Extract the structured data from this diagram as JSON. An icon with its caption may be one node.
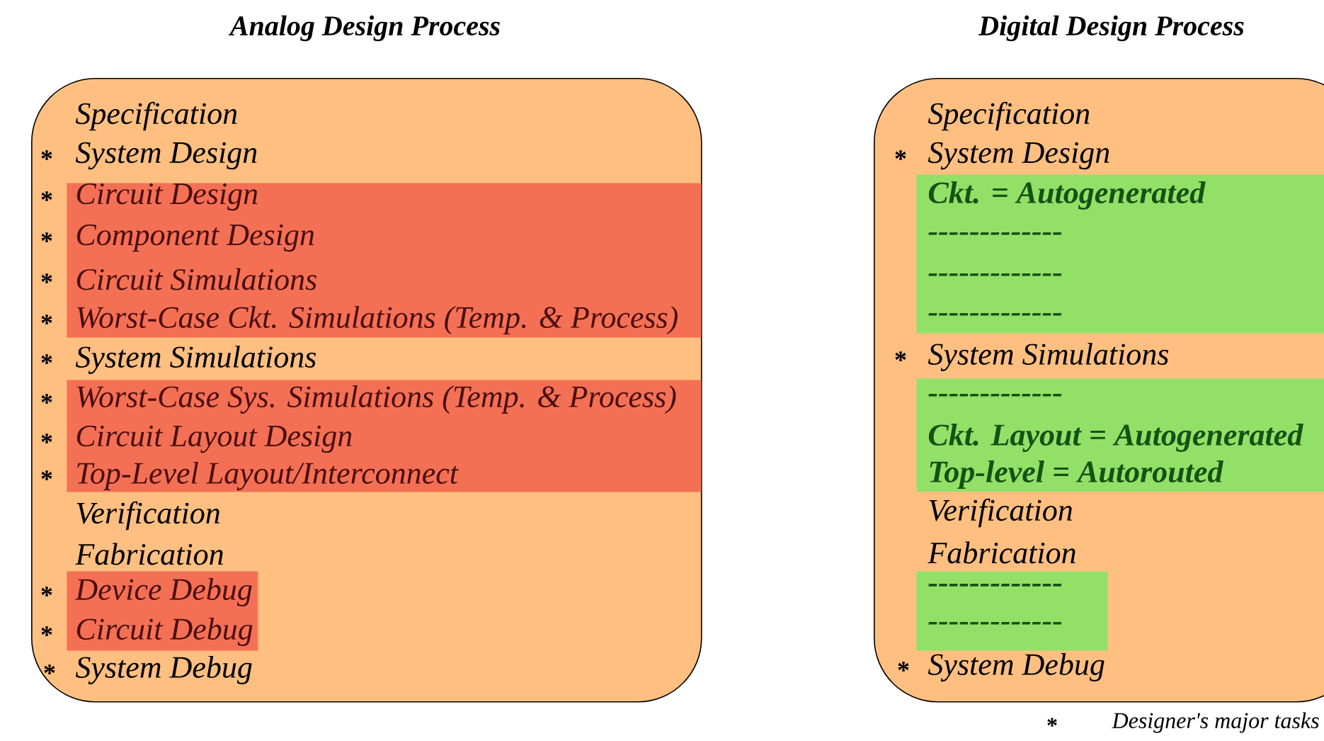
{
  "diagram": {
    "nodes": [
      {
        "text": [
          "Analog Design Process",
          "Specification",
          "System Design",
          "System Simulations",
          "Verification",
          "Fabrication",
          "System Debug"
        ]
      },
      {
        "text": [
          "Circuit Design",
          "Component Design",
          "Circuit Simulations",
          "Worst-Case Ckt. Simulations (Temp. & Process)"
        ],
        "in": 0
      },
      {
        "text": [
          "Worst-Case Sys. Simulations (Temp. & Process)",
          "Circuit Layout Design",
          "Top-Level Layout/Interconnect"
        ],
        "in": 0
      },
      {
        "text": [
          "Device Debug",
          "Circuit Debug"
        ],
        "in": 0
      },
      {
        "text": [
          "Digital Design Process",
          "Specification",
          "System Design",
          "System Simulations",
          "Verification",
          "Fabrication",
          "System Debug"
        ]
      },
      {
        "text": [
          "Ckt. = Autogenerated",
          "-------------",
          "-------------",
          "-------------"
        ],
        "in": 4
      },
      {
        "text": [
          "-------------",
          "Ckt. Layout = Autogenerated",
          "Top-level = Autorouted"
        ],
        "in": 4
      },
      {
        "text": [
          "-------------",
          "-------------"
        ],
        "in": 4
      }
    ],
    "labels": [
      "*",
      "*",
      "*",
      "*",
      "*",
      "*",
      "*",
      "*",
      "*",
      "*",
      "*",
      "*",
      "*",
      "*",
      "*",
      "*",
      "Designer's major tasks"
    ]
  }
}
